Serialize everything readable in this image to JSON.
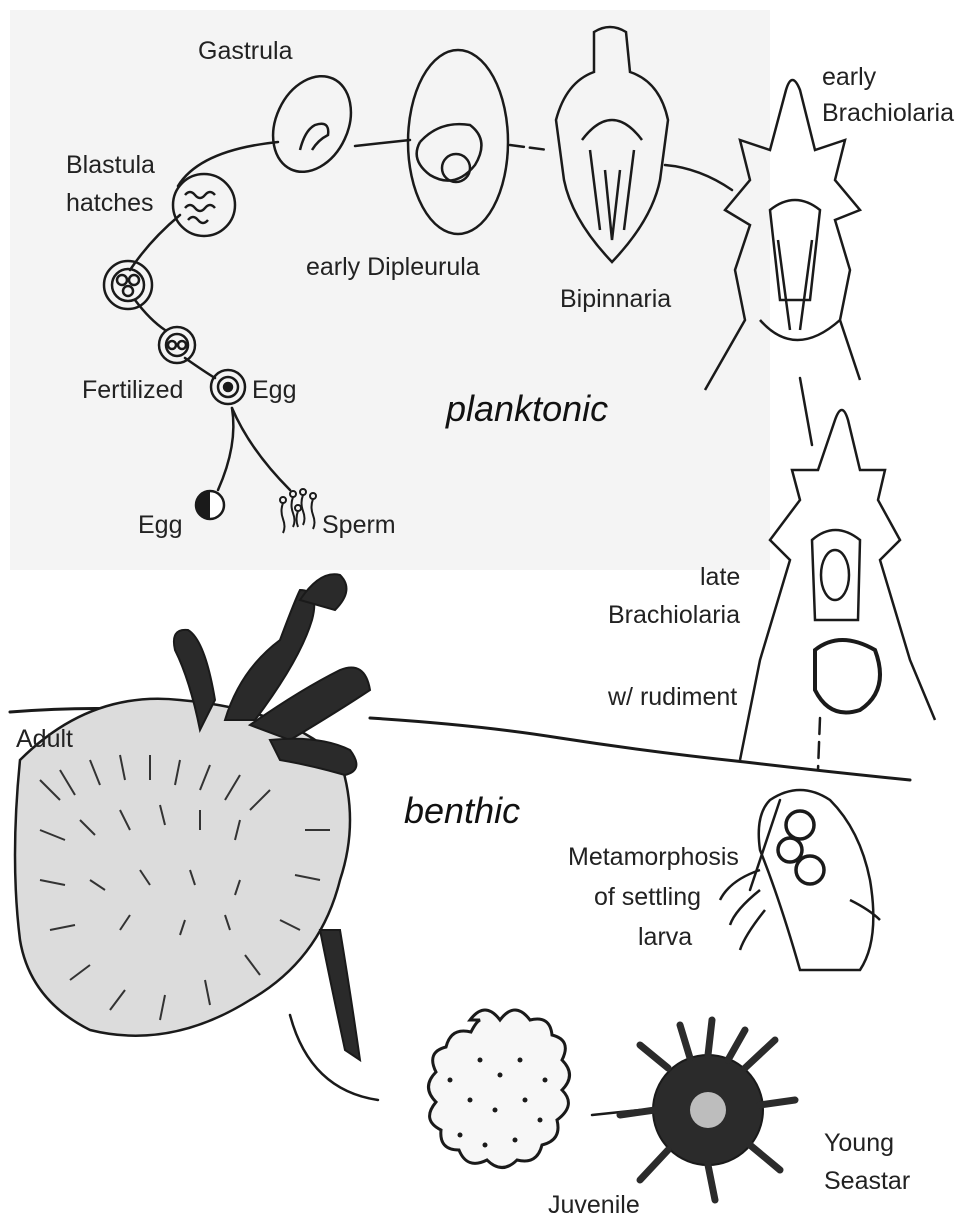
{
  "labels": {
    "gastrula": "Gastrula",
    "blastula_line1": "Blastula",
    "blastula_line2": "hatches",
    "early_dipleurula": "early Dipleurula",
    "bipinnaria": "Bipinnaria",
    "early_brachiolaria_line1": "early",
    "early_brachiolaria_line2": "Brachiolaria",
    "fertilized": "Fertilized",
    "egg_right": "Egg",
    "egg": "Egg",
    "sperm": "Sperm",
    "late_brachiolaria_line1": "late",
    "late_brachiolaria_line2": "Brachiolaria",
    "rudiment": "w/ rudiment",
    "adult": "Adult",
    "metamorphosis_line1": "Metamorphosis",
    "metamorphosis_line2": "of settling",
    "metamorphosis_line3": "larva",
    "juvenile": "Juvenile",
    "young_line1": "Young",
    "young_line2": "Seastar"
  },
  "zones": {
    "planktonic": "planktonic",
    "benthic": "benthic"
  },
  "colors": {
    "ink": "#1a1a1a",
    "paper": "#ffffff",
    "shade": "#f2f2f2"
  }
}
